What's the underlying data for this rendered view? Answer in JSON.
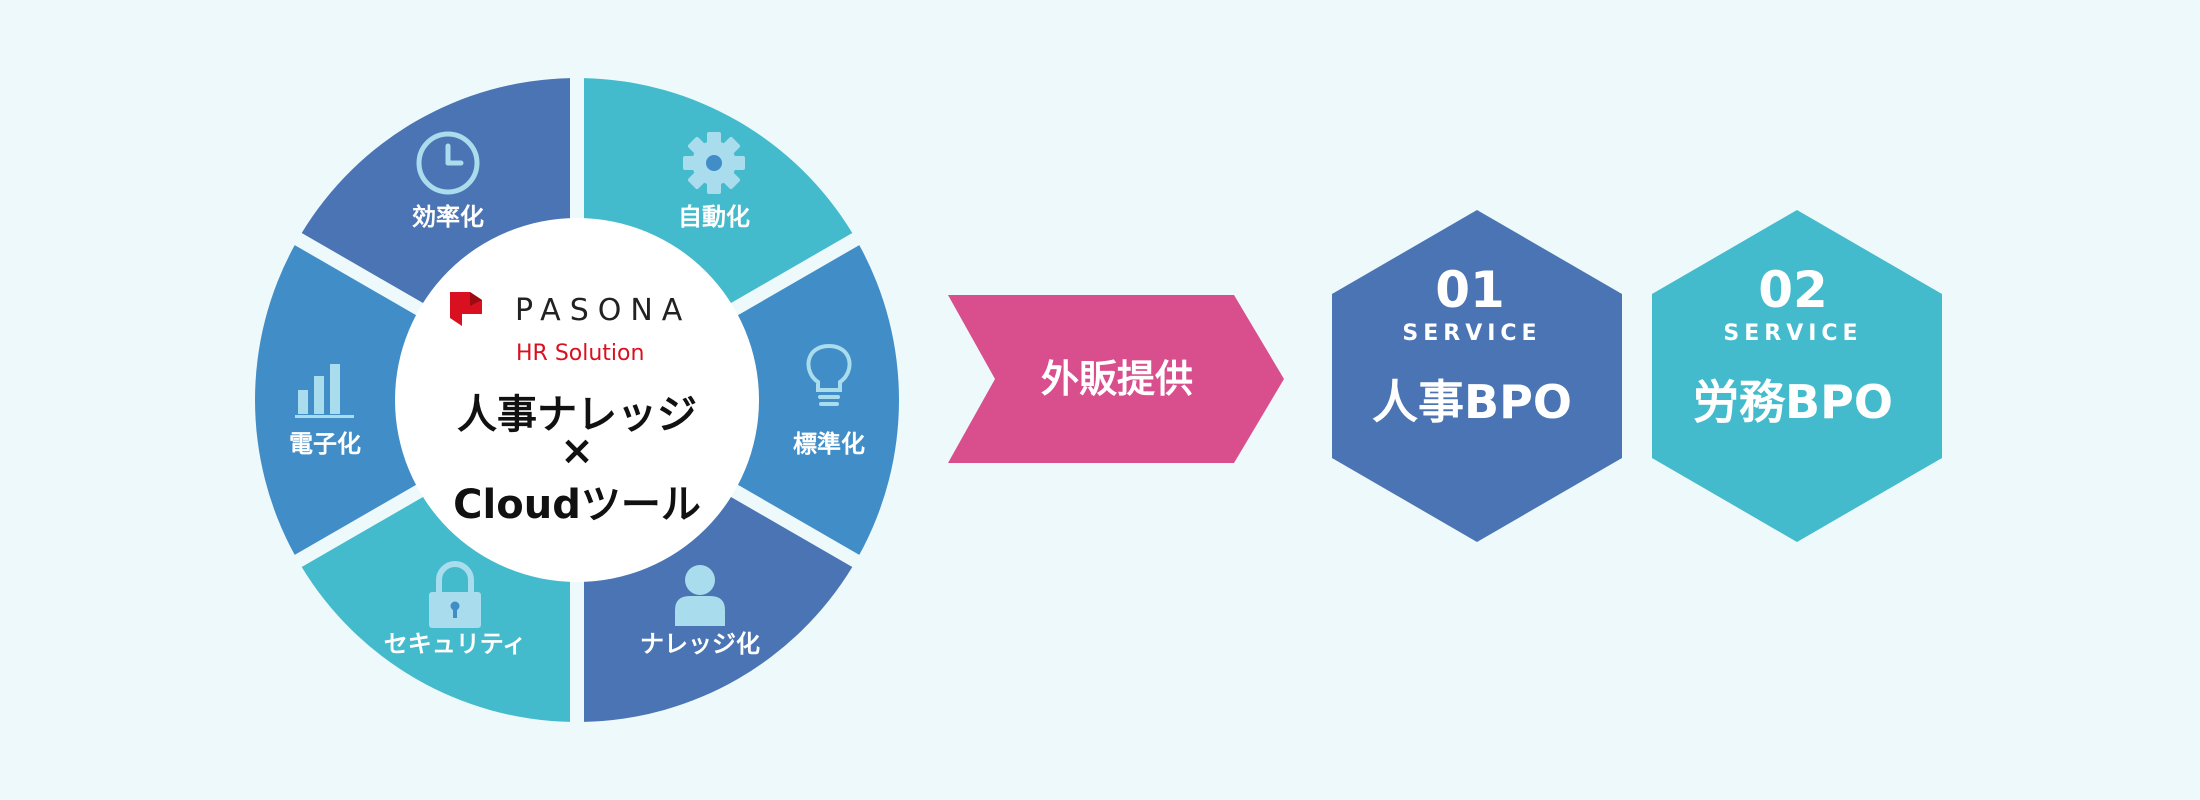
{
  "colors": {
    "background": "#eef9fb",
    "teal": "#43bbcc",
    "mid_blue": "#418dc8",
    "dark_blue": "#4a74b4",
    "icon_tint": "#a9dcec",
    "pink": "#d94f8d",
    "brand_red": "#d9101f"
  },
  "wheel": {
    "segments": [
      {
        "label": "効率化",
        "icon": "clock-icon",
        "color": "#43bbcc"
      },
      {
        "label": "自動化",
        "icon": "gear-icon",
        "color": "#418dc8"
      },
      {
        "label": "標準化",
        "icon": "lightbulb-icon",
        "color": "#4a74b4"
      },
      {
        "label": "ナレッジ化",
        "icon": "person-icon",
        "color": "#43bbcc"
      },
      {
        "label": "セキュリティ",
        "icon": "lock-icon",
        "color": "#418dc8"
      },
      {
        "label": "電子化",
        "icon": "bar-chart-icon",
        "color": "#4a74b4"
      }
    ],
    "center": {
      "brand_name": "PASONA",
      "brand_sub": "HR Solution",
      "line1": "人事ナレッジ",
      "line2": "×",
      "line3": "Cloudツール"
    }
  },
  "arrow": {
    "label": "外販提供"
  },
  "services": [
    {
      "number": "01",
      "caption": "SERVICE",
      "title": "人事BPO",
      "color": "#4a74b4"
    },
    {
      "number": "02",
      "caption": "SERVICE",
      "title": "労務BPO",
      "color": "#43bbcc"
    }
  ]
}
